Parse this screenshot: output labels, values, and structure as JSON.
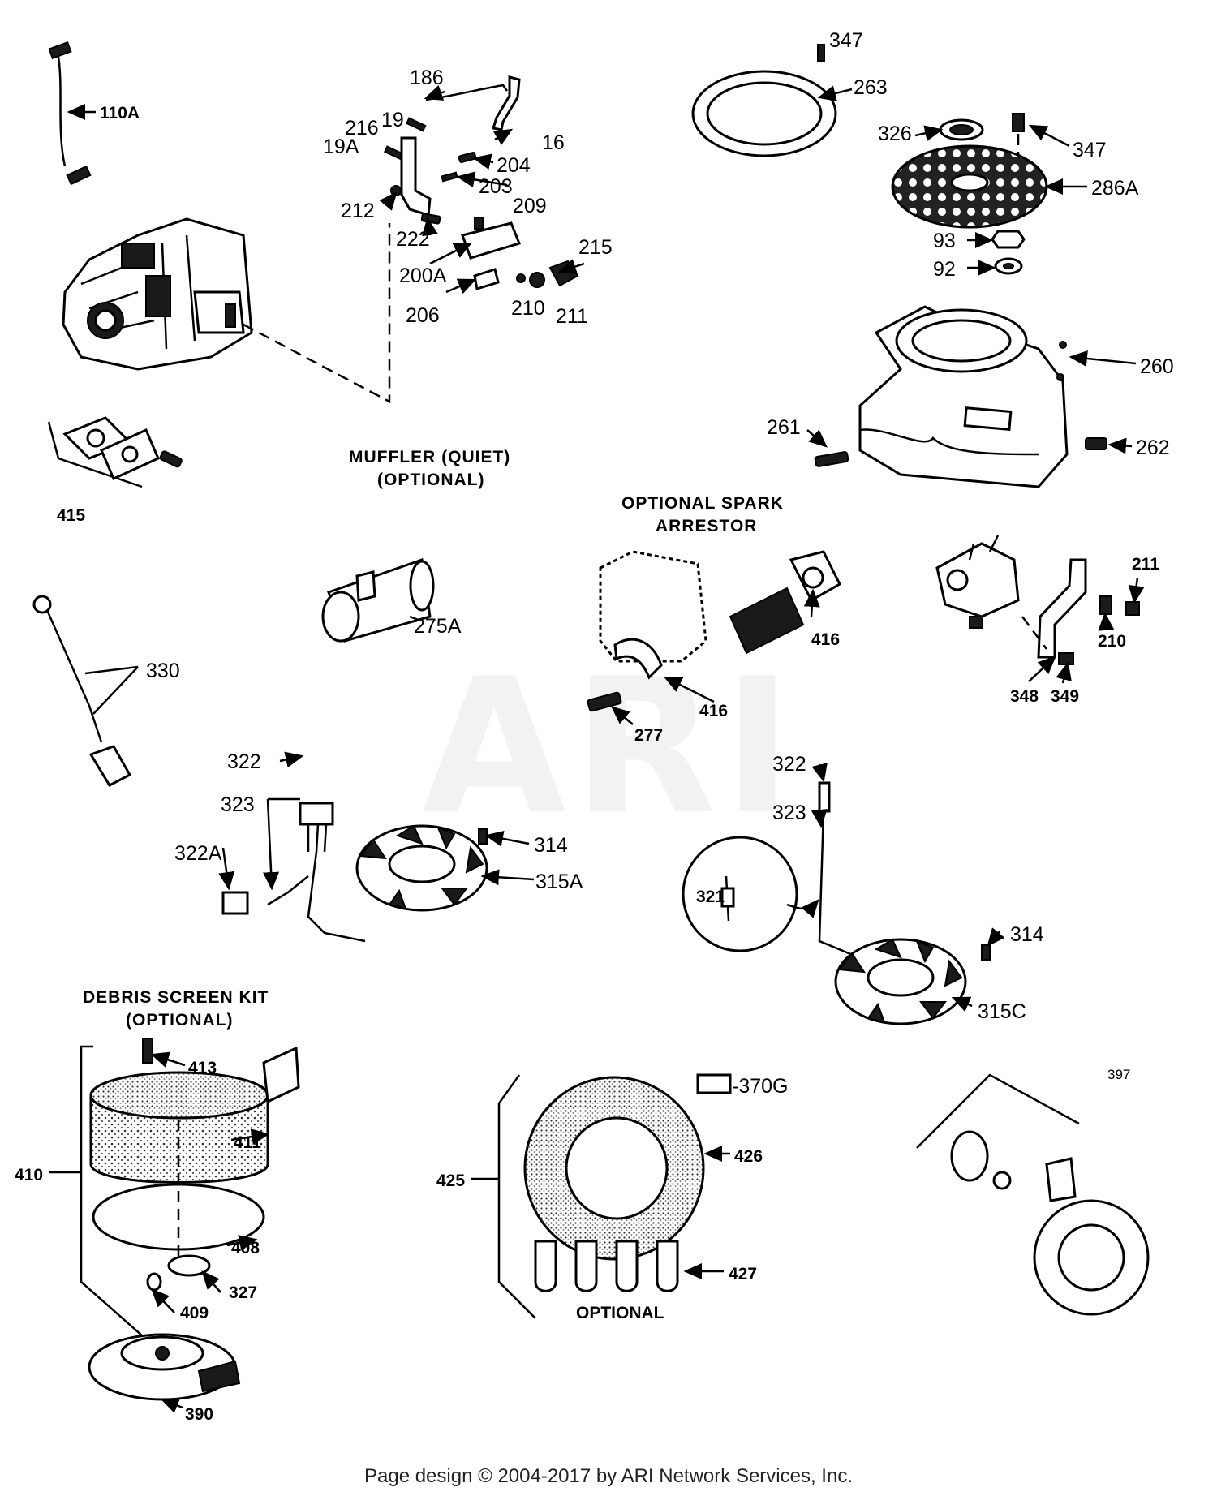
{
  "watermark": "ARI",
  "headings": {
    "muffler_line1": "MUFFLER (QUIET)",
    "muffler_line2": "(OPTIONAL)",
    "spark_line1": "OPTIONAL SPARK",
    "spark_line2": "ARRESTOR",
    "debris_line1": "DEBRIS SCREEN KIT",
    "debris_line2": "(OPTIONAL)",
    "optional": "OPTIONAL"
  },
  "callouts": {
    "c110A": "110A",
    "c186": "186",
    "c19": "19",
    "c216": "216",
    "c19A": "19A",
    "c16": "16",
    "c204": "204",
    "c203": "203",
    "c212": "212",
    "c209": "209",
    "c222": "222",
    "c215": "215",
    "c200A": "200A",
    "c206": "206",
    "c210a": "210",
    "c211a": "211",
    "c347a": "347",
    "c263": "263",
    "c326": "326",
    "c347b": "347",
    "c286A": "286A",
    "c93": "93",
    "c92": "92",
    "c260": "260",
    "c261": "261",
    "c262": "262",
    "c415": "415",
    "c275A": "275A",
    "c416a": "416",
    "c416b": "416",
    "c277": "277",
    "c211b": "211",
    "c210b": "210",
    "c348": "348",
    "c349": "349",
    "c330": "330",
    "c322a": "322",
    "c323a": "323",
    "c322A": "322A",
    "c314a": "314",
    "c315A": "315A",
    "c322b": "322",
    "c323b": "323",
    "c321": "321",
    "c314b": "314",
    "c315C": "315C",
    "c413": "413",
    "c411": "411",
    "c410": "410",
    "c408": "408",
    "c327": "327",
    "c409": "409",
    "c390": "390",
    "c370G": "-370G",
    "c426": "426",
    "c425": "425",
    "c427": "427",
    "c397": "397"
  },
  "footer": "Page design © 2004-2017 by ARI Network Services, Inc."
}
